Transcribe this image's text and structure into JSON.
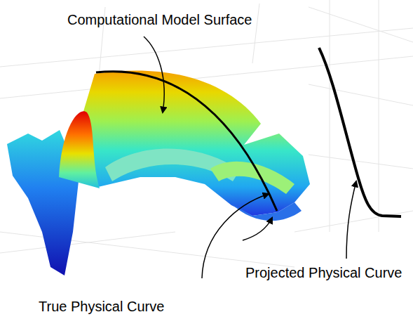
{
  "diagram": {
    "labels": [
      "Computational Model Surface",
      "Projected Physical Curve",
      "True Physical Curve"
    ]
  }
}
